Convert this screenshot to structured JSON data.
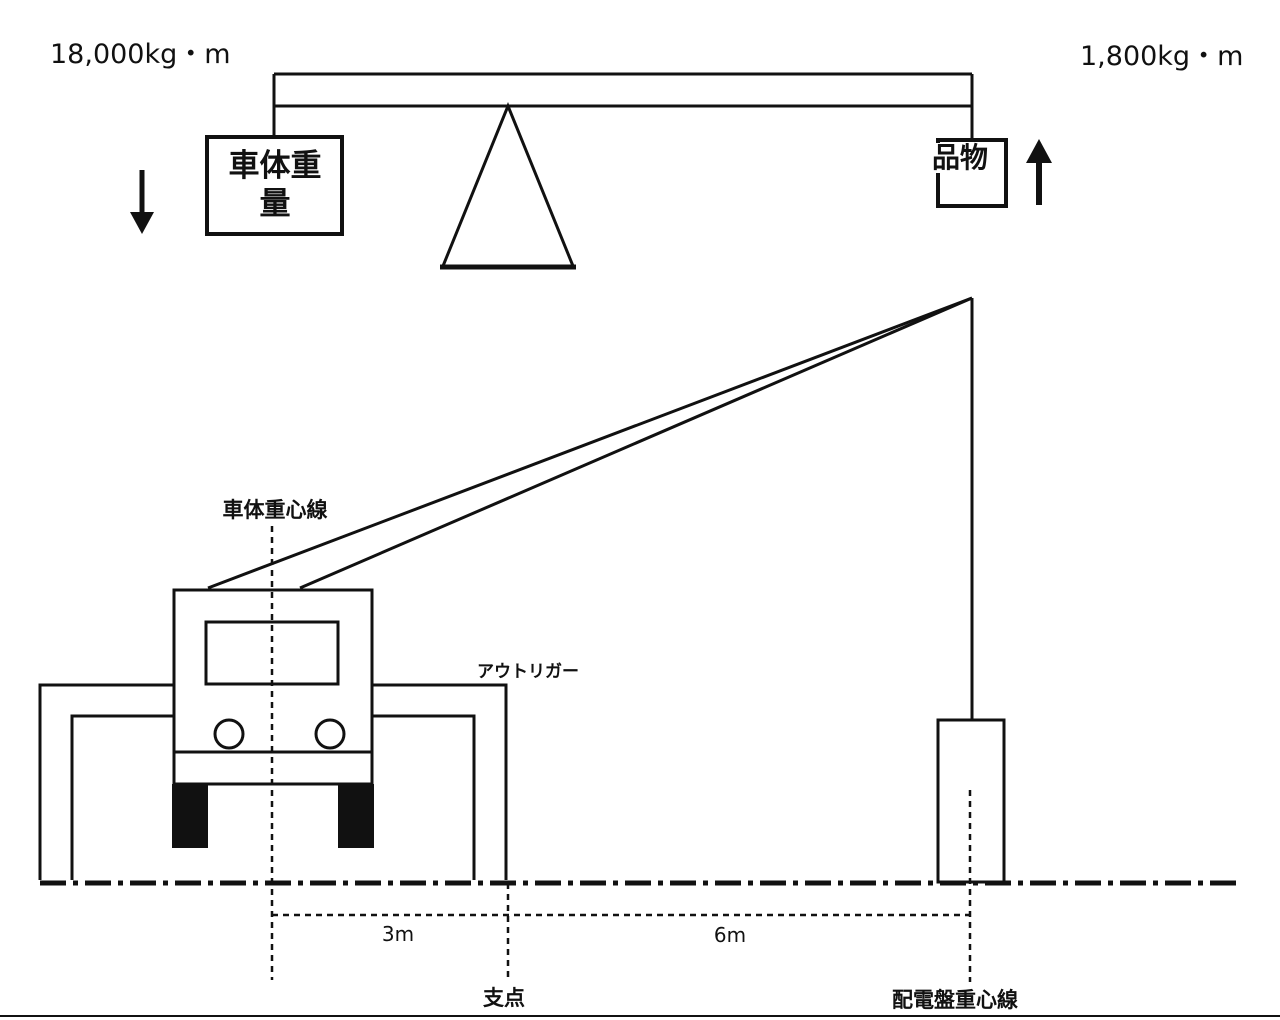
{
  "lever": {
    "left_moment": "18,000kg・m",
    "right_moment": "1,800kg・m",
    "left_box_line1": "車体重",
    "left_box_line2": "量",
    "right_box": "品物"
  },
  "truck": {
    "gravity_line_label": "車体重心線",
    "outrigger_label": "アウトリガー"
  },
  "dimensions": {
    "left_distance": "3m",
    "right_distance": "6m"
  },
  "labels": {
    "fulcrum": "支点",
    "panel_gravity_line": "配電盤重心線"
  },
  "colors": {
    "line": "#111111",
    "background": "#ffffff"
  }
}
